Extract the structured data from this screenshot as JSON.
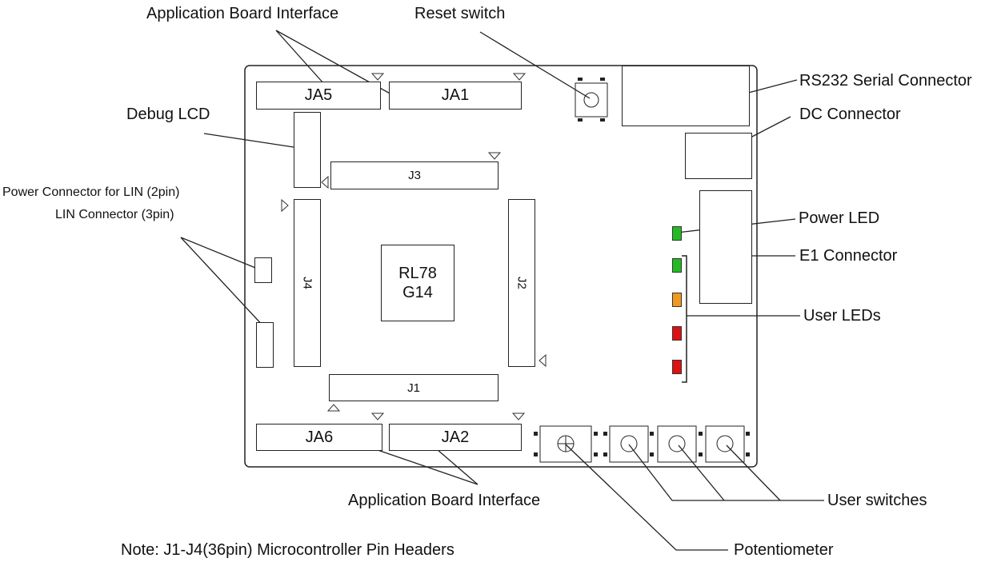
{
  "labels": {
    "app_board_top": "Application Board Interface",
    "reset_switch": "Reset switch",
    "rs232": "RS232 Serial Connector",
    "dc_connector": "DC Connector",
    "debug_lcd": "Debug LCD",
    "power_lin": "Power Connector for LIN (2pin)",
    "lin_connector": "LIN Connector (3pin)",
    "power_led": "Power LED",
    "e1_connector": "E1 Connector",
    "user_leds": "User LEDs",
    "app_board_bottom": "Application Board Interface",
    "user_switches": "User switches",
    "potentiometer": "Potentiometer",
    "note": "Note: J1-J4(36pin) Microcontroller Pin Headers"
  },
  "headers": {
    "ja5": "JA5",
    "ja1": "JA1",
    "ja6": "JA6",
    "ja2": "JA2",
    "j1": "J1",
    "j2": "J2",
    "j3": "J3",
    "j4": "J4"
  },
  "mcu": {
    "line1": "RL78",
    "line2": "G14"
  },
  "led_colors": {
    "power": "#22bb22",
    "user1": "#22bb22",
    "user2": "#ee9922",
    "user3": "#dd1111",
    "user4": "#dd1111"
  }
}
